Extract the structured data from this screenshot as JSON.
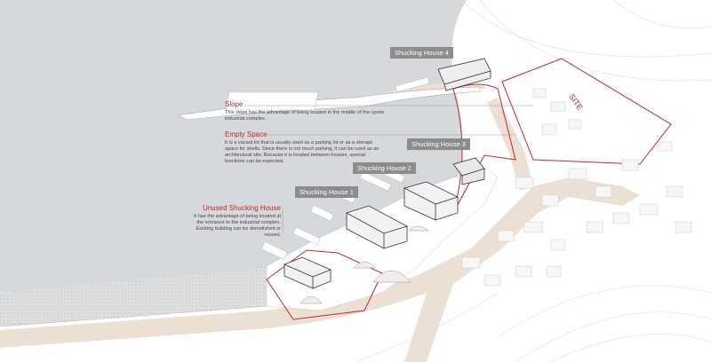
{
  "colors": {
    "sea": "#d6d9dc",
    "land": "#ffffff",
    "road": "#ecdfd3",
    "accent": "#c0272d",
    "tag": "#8c8c8c"
  },
  "tags": {
    "house1": "Shucking House 1",
    "house2": "Shucking House 2",
    "house3": "Shucking House 3",
    "house4": "Shucking House 4"
  },
  "notes": {
    "slope": {
      "title": "Slope",
      "body": "This slope has the advantage of being located in the middle of the oyster industrial complex."
    },
    "empty": {
      "title": "Empty Space",
      "body": "It is a vacant lot that is usually used as a parking lot or as a storage space for shells. Since there is not much parking, it can be used as an architectural site. Because it is located between houses, special functions can be expected."
    },
    "unused": {
      "title": "Unused Shucking House",
      "body": "It has the advantage of being located at the entrance to the industrial complex. Existing building can be demolished or reused."
    }
  },
  "site_label": "SITE"
}
